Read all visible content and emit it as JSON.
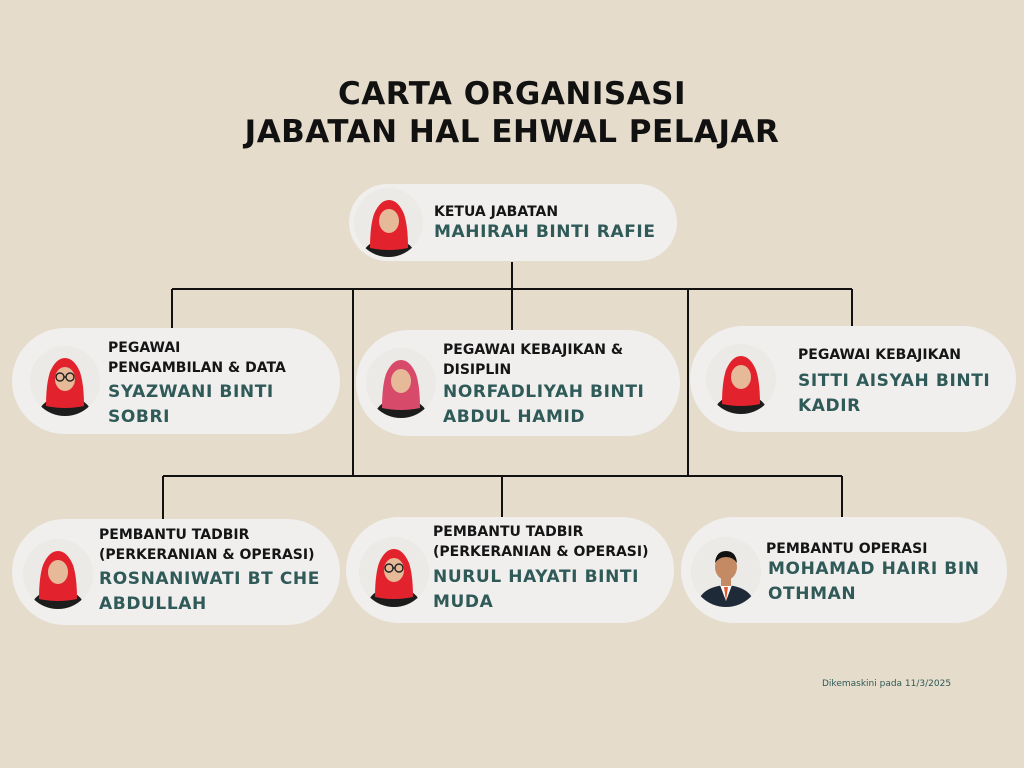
{
  "title": {
    "line1": "CARTA ORGANISASI",
    "line2": "JABATAN HAL EHWAL PELAJAR"
  },
  "head": {
    "role": "KETUA JABATAN",
    "name": "MAHIRAH BINTI RAFIE",
    "photo_icon": "person-hijab-photo"
  },
  "officers": [
    {
      "role_lines": [
        "PEGAWAI",
        "PENGAMBILAN & DATA"
      ],
      "name_lines": [
        "SYAZWANI BINTI",
        "SOBRI"
      ],
      "photo_icon": "person-hijab-glasses-photo"
    },
    {
      "role_lines": [
        "PEGAWAI  KEBAJIKAN &",
        "DISIPLIN"
      ],
      "name_lines": [
        "NORFADLIYAH BINTI",
        "ABDUL HAMID"
      ],
      "photo_icon": "person-hijab-photo"
    },
    {
      "role_lines": [
        "PEGAWAI  KEBAJIKAN"
      ],
      "name_lines": [
        "SITTI AISYAH BINTI",
        "KADIR"
      ],
      "photo_icon": "person-hijab-photo"
    }
  ],
  "assistants": [
    {
      "role_lines": [
        "PEMBANTU TADBIR",
        "(PERKERANIAN & OPERASI)"
      ],
      "name_lines": [
        "ROSNANIWATI BT CHE",
        "ABDULLAH"
      ],
      "photo_icon": "person-hijab-photo"
    },
    {
      "role_lines": [
        "PEMBANTU TADBIR",
        "(PERKERANIAN & OPERASI)"
      ],
      "name_lines": [
        "NURUL HAYATI BINTI",
        "MUDA"
      ],
      "photo_icon": "person-hijab-glasses-photo"
    },
    {
      "role_lines": [
        "PEMBANTU OPERASI"
      ],
      "name_lines": [
        "MOHAMAD HAIRI BIN",
        "OTHMAN"
      ],
      "photo_icon": "person-man-suit-photo"
    }
  ],
  "footer": "Dikemaskini pada 11/3/2025",
  "colors": {
    "background": "#e5dccb",
    "card": "#f0efee",
    "name_text": "#2f5a58",
    "line": "#111111",
    "hijab": "#e2232e"
  }
}
